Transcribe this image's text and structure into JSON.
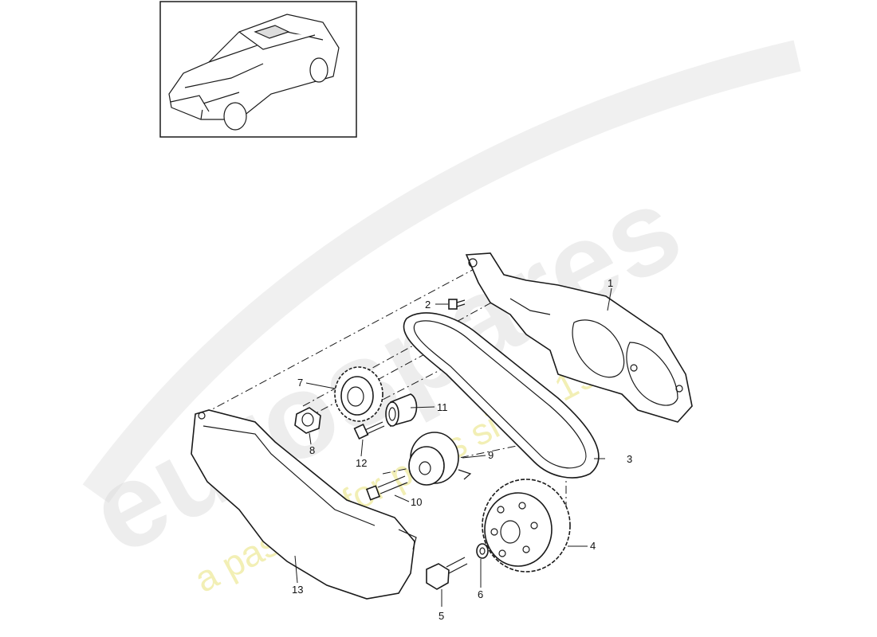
{
  "watermark": {
    "brand": "eurospares",
    "tagline": "a passion for parts since 1985"
  },
  "thumbnail": {
    "icon": "car-icon"
  },
  "callouts": [
    {
      "id": "1",
      "text": "1"
    },
    {
      "id": "2",
      "text": "2"
    },
    {
      "id": "3",
      "text": "3"
    },
    {
      "id": "4",
      "text": "4"
    },
    {
      "id": "5",
      "text": "5"
    },
    {
      "id": "6",
      "text": "6"
    },
    {
      "id": "7",
      "text": "7"
    },
    {
      "id": "8",
      "text": "8"
    },
    {
      "id": "9",
      "text": "9"
    },
    {
      "id": "10",
      "text": "10"
    },
    {
      "id": "11",
      "text": "11"
    },
    {
      "id": "12",
      "text": "12"
    },
    {
      "id": "13",
      "text": "13"
    }
  ]
}
